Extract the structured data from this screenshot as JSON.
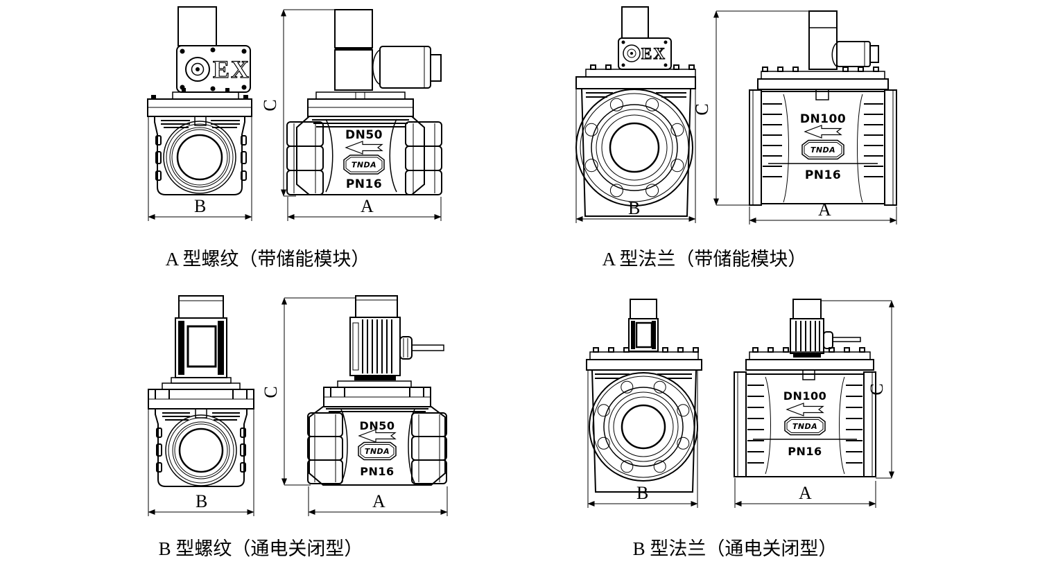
{
  "page": {
    "background": "#ffffff",
    "ink": "#000000"
  },
  "figures": [
    {
      "id": "a-threaded",
      "caption": "A 型螺纹（带储能模块）",
      "dims": {
        "front": "B",
        "side": "A",
        "height": "C"
      },
      "markings": {
        "ex": "EX",
        "size": "DN50",
        "brand": "TNDA",
        "pressure": "PN16"
      }
    },
    {
      "id": "a-flanged",
      "caption": "A 型法兰（带储能模块）",
      "dims": {
        "front": "B",
        "side": "A",
        "height": "C"
      },
      "markings": {
        "ex": "EX",
        "size": "DN100",
        "brand": "TNDA",
        "pressure": "PN16"
      }
    },
    {
      "id": "b-threaded",
      "caption": "B 型螺纹（通电关闭型）",
      "dims": {
        "front": "B",
        "side": "A",
        "height": "C"
      },
      "markings": {
        "size": "DN50",
        "brand": "TNDA",
        "pressure": "PN16"
      }
    },
    {
      "id": "b-flanged",
      "caption": "B 型法兰（通电关闭型）",
      "dims": {
        "front": "B",
        "side": "A",
        "height": "C"
      },
      "markings": {
        "size": "DN100",
        "brand": "TNDA",
        "pressure": "PN16"
      }
    }
  ]
}
